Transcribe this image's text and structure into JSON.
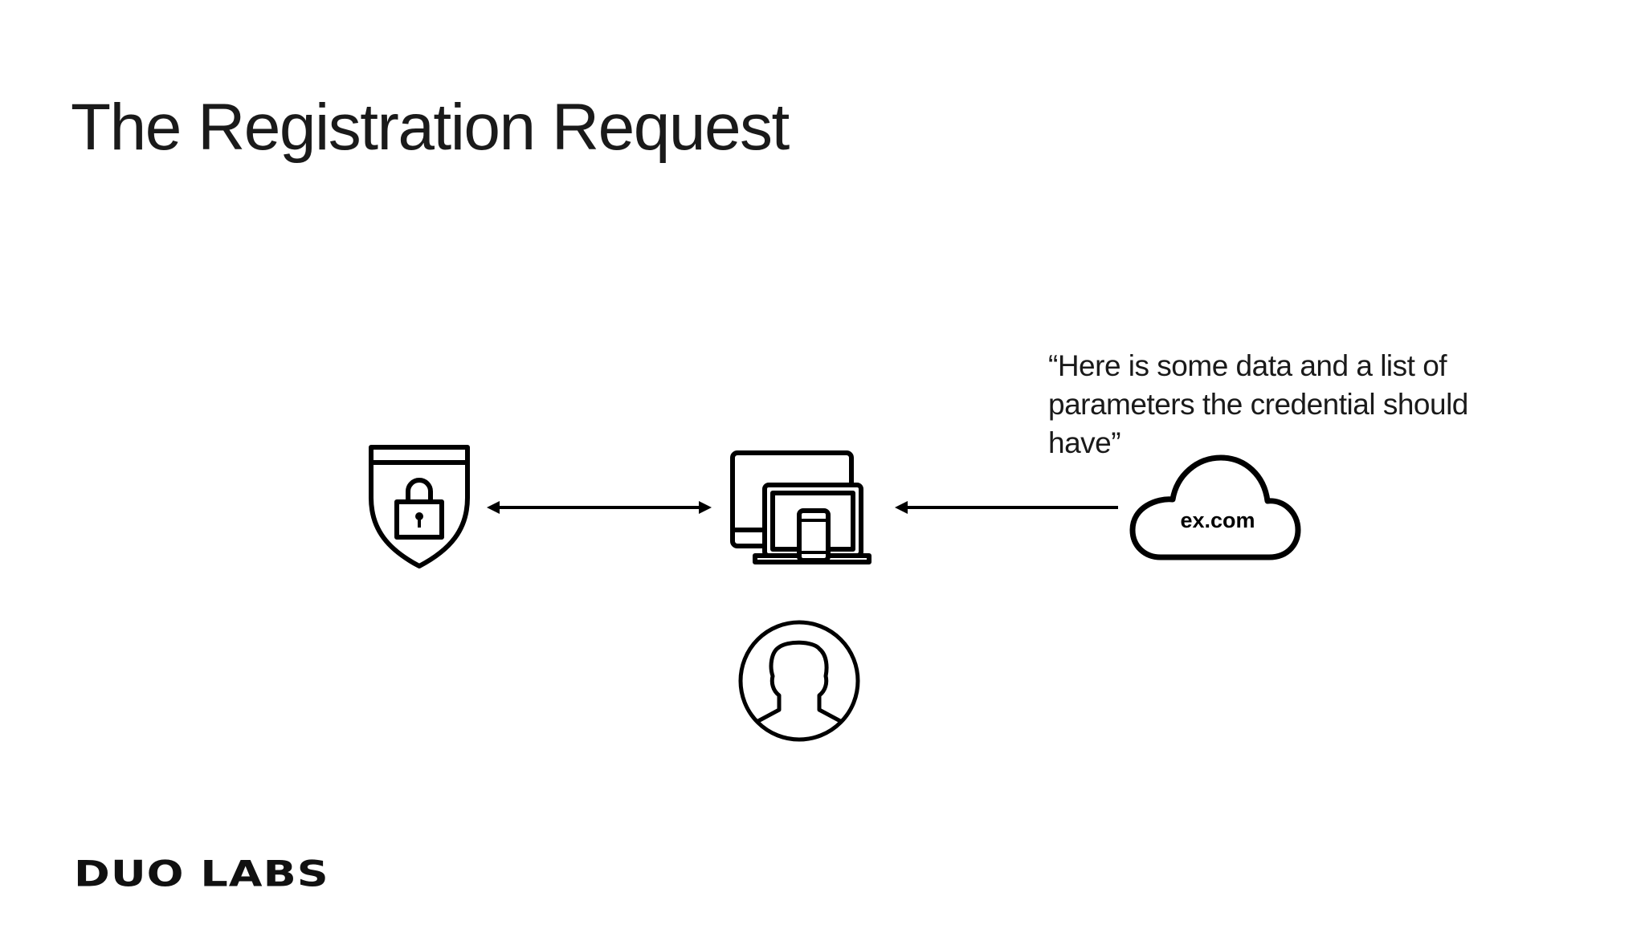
{
  "slide": {
    "title": "The Registration Request",
    "caption": "“Here is some data and a list of parameters the credential should have”"
  },
  "diagram": {
    "nodes": [
      {
        "id": "authenticator",
        "icon": "shield-lock-icon"
      },
      {
        "id": "client",
        "icon": "devices-icon"
      },
      {
        "id": "user",
        "icon": "user-avatar-icon"
      },
      {
        "id": "relying-party",
        "icon": "cloud-icon",
        "label": "ex.com"
      }
    ],
    "edges": [
      {
        "from": "authenticator",
        "to": "client",
        "direction": "both"
      },
      {
        "from": "relying-party",
        "to": "client",
        "direction": "forward"
      }
    ]
  },
  "logo": {
    "text": "DUO LABS"
  }
}
